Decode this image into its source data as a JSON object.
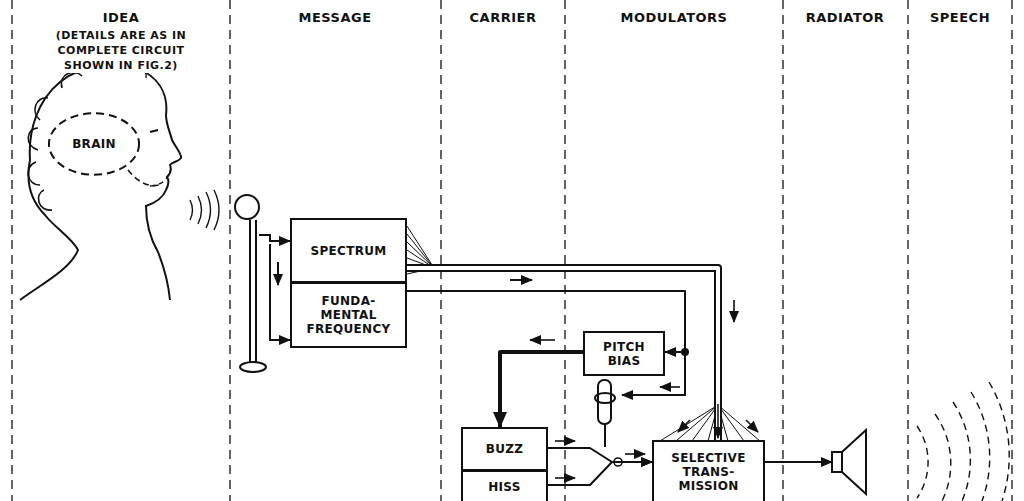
{
  "diagram": {
    "nodes": [
      {
        "text": [
          "BRAIN"
        ]
      },
      {
        "text": [
          "SPECTRUM"
        ]
      },
      {
        "text": [
          "FUNDA- MENTAL FREQUENCY"
        ]
      },
      {
        "text": [
          "PITCH BIAS"
        ]
      },
      {
        "text": [
          "BUZZ"
        ]
      },
      {
        "text": [
          "HISS"
        ]
      },
      {
        "text": [
          "SELECTIVE TRANS- MISSION"
        ]
      }
    ],
    "edges": [
      {
        "from": 1,
        "to": 6,
        "arrow": "to"
      },
      {
        "from": 2,
        "to": 3,
        "arrow": "to"
      },
      {
        "from": 3,
        "to": 4,
        "arrow": "to"
      },
      {
        "from": 4,
        "to": 6,
        "arrow": "to"
      },
      {
        "from": 5,
        "to": 6,
        "arrow": "to"
      }
    ],
    "labels": [
      "IDEA",
      "MESSAGE",
      "CARRIER",
      "MODULATORS",
      "RADIATOR",
      "SPEECH",
      "(DETAILS ARE AS IN COMPLETE CIRCUIT SHOWN IN FIG.2)"
    ]
  }
}
